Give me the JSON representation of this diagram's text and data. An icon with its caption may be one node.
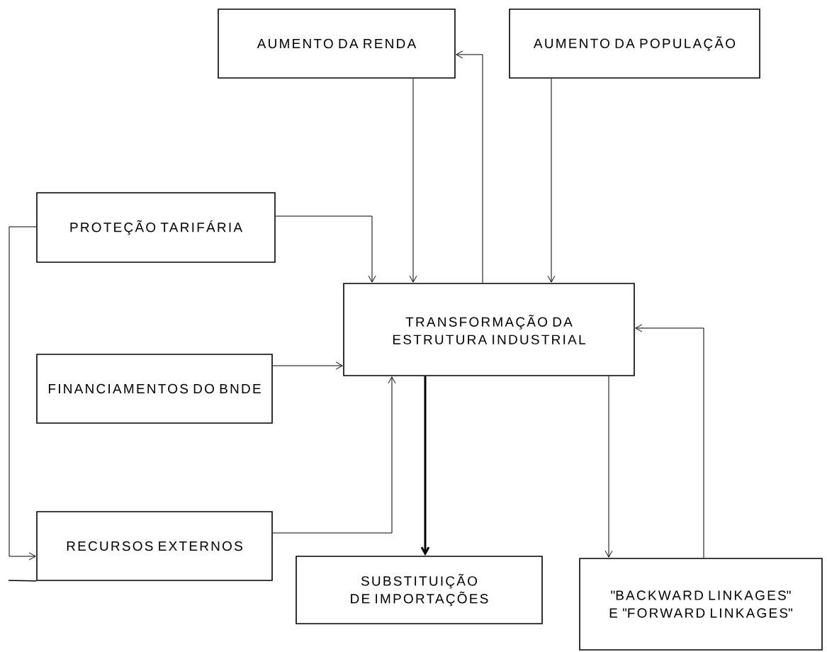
{
  "diagram": {
    "nodes": [
      {
        "text": [
          "AUMENTO DA RENDA"
        ]
      },
      {
        "text": [
          "AUMENTO DA POPULAÇÃO"
        ]
      },
      {
        "text": [
          "PROTEÇÃO TARIFÁRIA"
        ]
      },
      {
        "text": [
          "TRANSFORMAÇÃO DA ESTRUTURA INDUSTRIAL"
        ]
      },
      {
        "text": [
          "FINANCIAMENTOS DO BNDE"
        ]
      },
      {
        "text": [
          "RECURSOS EXTERNOS"
        ]
      },
      {
        "text": [
          "SUBSTITUIÇÃO DE IMPORTAÇÕES"
        ]
      },
      {
        "text": [
          "\"BACKWARD LINKAGES\" E \"FORWARD LINKAGES\""
        ]
      }
    ],
    "edges": [
      {
        "from": 0,
        "to": 3,
        "arrow": "to"
      },
      {
        "from": 3,
        "to": 0,
        "arrow": "to"
      },
      {
        "from": 1,
        "to": 3,
        "arrow": "to"
      },
      {
        "from": 2,
        "to": 3,
        "arrow": "to"
      },
      {
        "from": 2,
        "to": 5,
        "arrow": "to"
      },
      {
        "from": 4,
        "to": 3,
        "arrow": "to"
      },
      {
        "from": 5,
        "to": 3,
        "arrow": "to"
      },
      {
        "from": 3,
        "to": 6,
        "arrow": "to",
        "style": "thick"
      },
      {
        "from": 3,
        "to": 7,
        "arrow": "to"
      },
      {
        "from": 7,
        "to": 3,
        "arrow": "to"
      }
    ]
  }
}
